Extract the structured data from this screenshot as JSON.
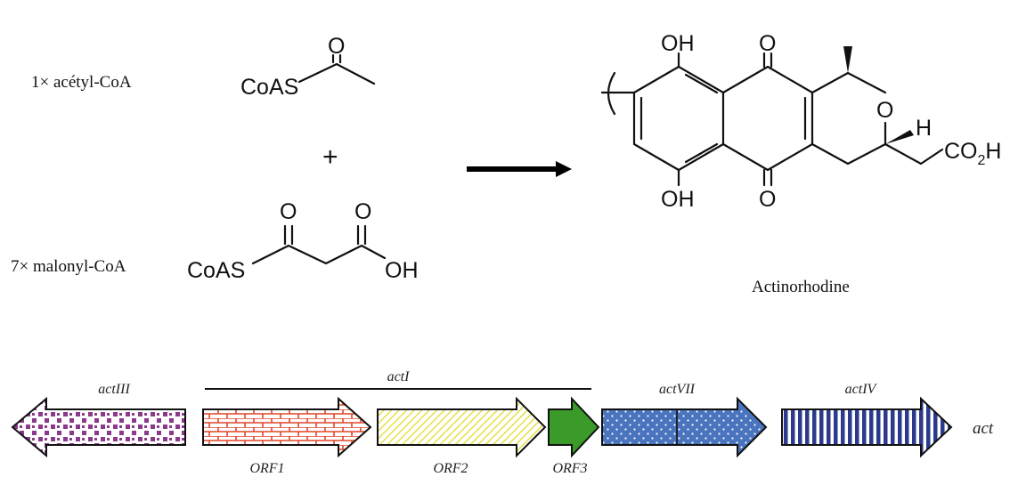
{
  "reactants": {
    "acetyl_label": "1× acétyl-CoA",
    "malonyl_label": "7× malonyl-CoA",
    "plus": "+",
    "acetyl_structure": {
      "coas": "CoAS",
      "o": "O"
    },
    "malonyl_structure": {
      "coas": "CoAS",
      "o1": "O",
      "o2": "O",
      "oh": "OH"
    }
  },
  "product": {
    "name": "Actinorhodine",
    "atoms": {
      "oh_top": "OH",
      "oh_bottom": "OH",
      "o_top": "O",
      "o_bottom": "O",
      "o_ring": "O",
      "h": "H",
      "co2h_main": "CO",
      "co2h_sub": "2",
      "co2h_tail": "H"
    }
  },
  "cluster": {
    "name": "act",
    "span_label": "actI",
    "genes": [
      {
        "label": "actIII",
        "label_position": "top",
        "direction": "left",
        "pattern": "squares",
        "color": "#8b3a8b"
      },
      {
        "label": "ORF1",
        "label_position": "bottom",
        "direction": "right",
        "pattern": "bricks",
        "color": "#e0452a"
      },
      {
        "label": "ORF2",
        "label_position": "bottom",
        "direction": "right",
        "pattern": "diagonal",
        "color": "#e6e04a"
      },
      {
        "label": "ORF3",
        "label_position": "bottom",
        "direction": "right",
        "pattern": "solid",
        "color": "#3a9a2a"
      },
      {
        "label": "actVII",
        "label_position": "top",
        "direction": "right",
        "pattern": "dots",
        "color": "#4a74bd"
      },
      {
        "label": "actIV",
        "label_position": "top",
        "direction": "right",
        "pattern": "stripes",
        "color": "#2b3a8f"
      }
    ]
  }
}
